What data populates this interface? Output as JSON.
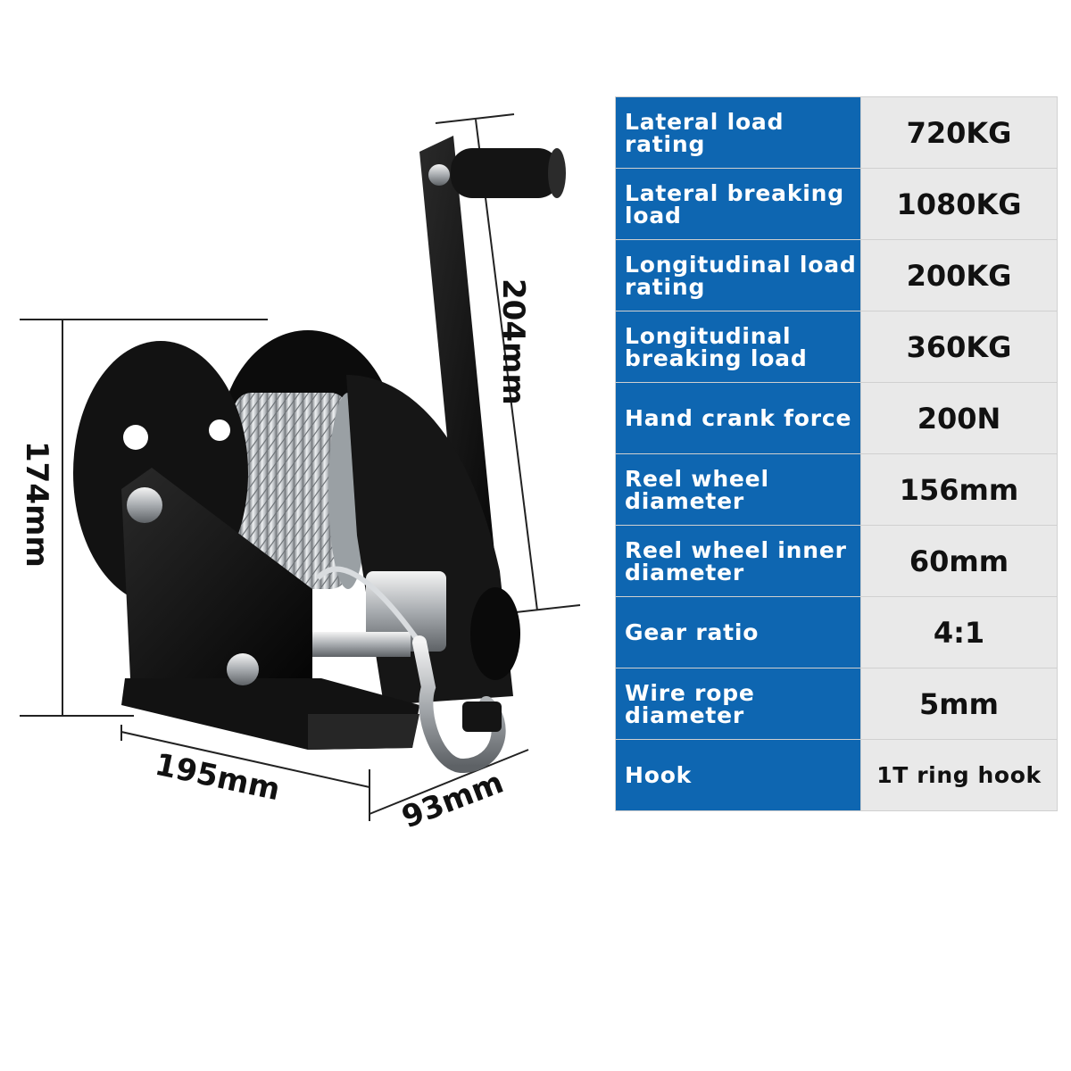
{
  "dimensions": {
    "crank_height": "204mm",
    "body_height": "174mm",
    "base_length": "195mm",
    "base_width": "93mm"
  },
  "specs": [
    {
      "label": "Lateral load rating",
      "value": "720KG"
    },
    {
      "label": "Lateral breaking load",
      "value": "1080KG"
    },
    {
      "label": "Longitudinal load rating",
      "value": "200KG"
    },
    {
      "label": "Longitudinal breaking load",
      "value": "360KG"
    },
    {
      "label": "Hand crank force",
      "value": "200N"
    },
    {
      "label": "Reel wheel diameter",
      "value": "156mm"
    },
    {
      "label": "Reel wheel inner diameter",
      "value": "60mm"
    },
    {
      "label": "Gear ratio",
      "value": "4:1"
    },
    {
      "label": "Wire rope diameter",
      "value": "5mm"
    },
    {
      "label": "Hook",
      "value": "1T ring hook"
    }
  ],
  "colors": {
    "label_bg": "#0e66b1",
    "value_bg": "#e9e9e9",
    "winch_body": "#111111",
    "cable": "#c8ccd0"
  }
}
